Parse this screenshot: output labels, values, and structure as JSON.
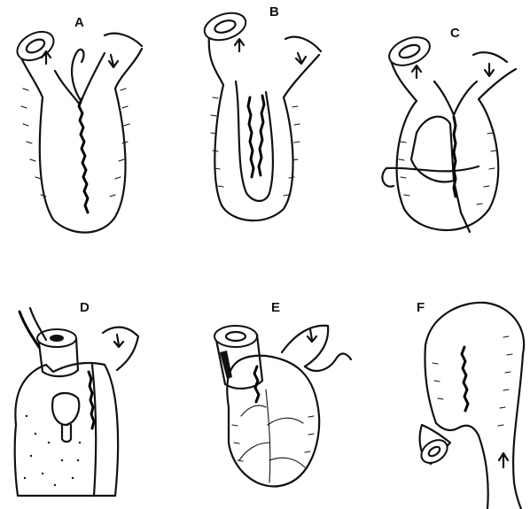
{
  "figure": {
    "panels": [
      {
        "id": "A",
        "label": "A"
      },
      {
        "id": "B",
        "label": "B"
      },
      {
        "id": "C",
        "label": "C"
      },
      {
        "id": "D",
        "label": "D"
      },
      {
        "id": "E",
        "label": "E"
      },
      {
        "id": "F",
        "label": "F"
      }
    ]
  },
  "colors": {
    "ink": "#111111",
    "background": "#ffffff"
  },
  "icons": {
    "flow": "arrow-icon",
    "lumen": "bowel-lumen-icon",
    "suture": "suture-line-icon"
  }
}
